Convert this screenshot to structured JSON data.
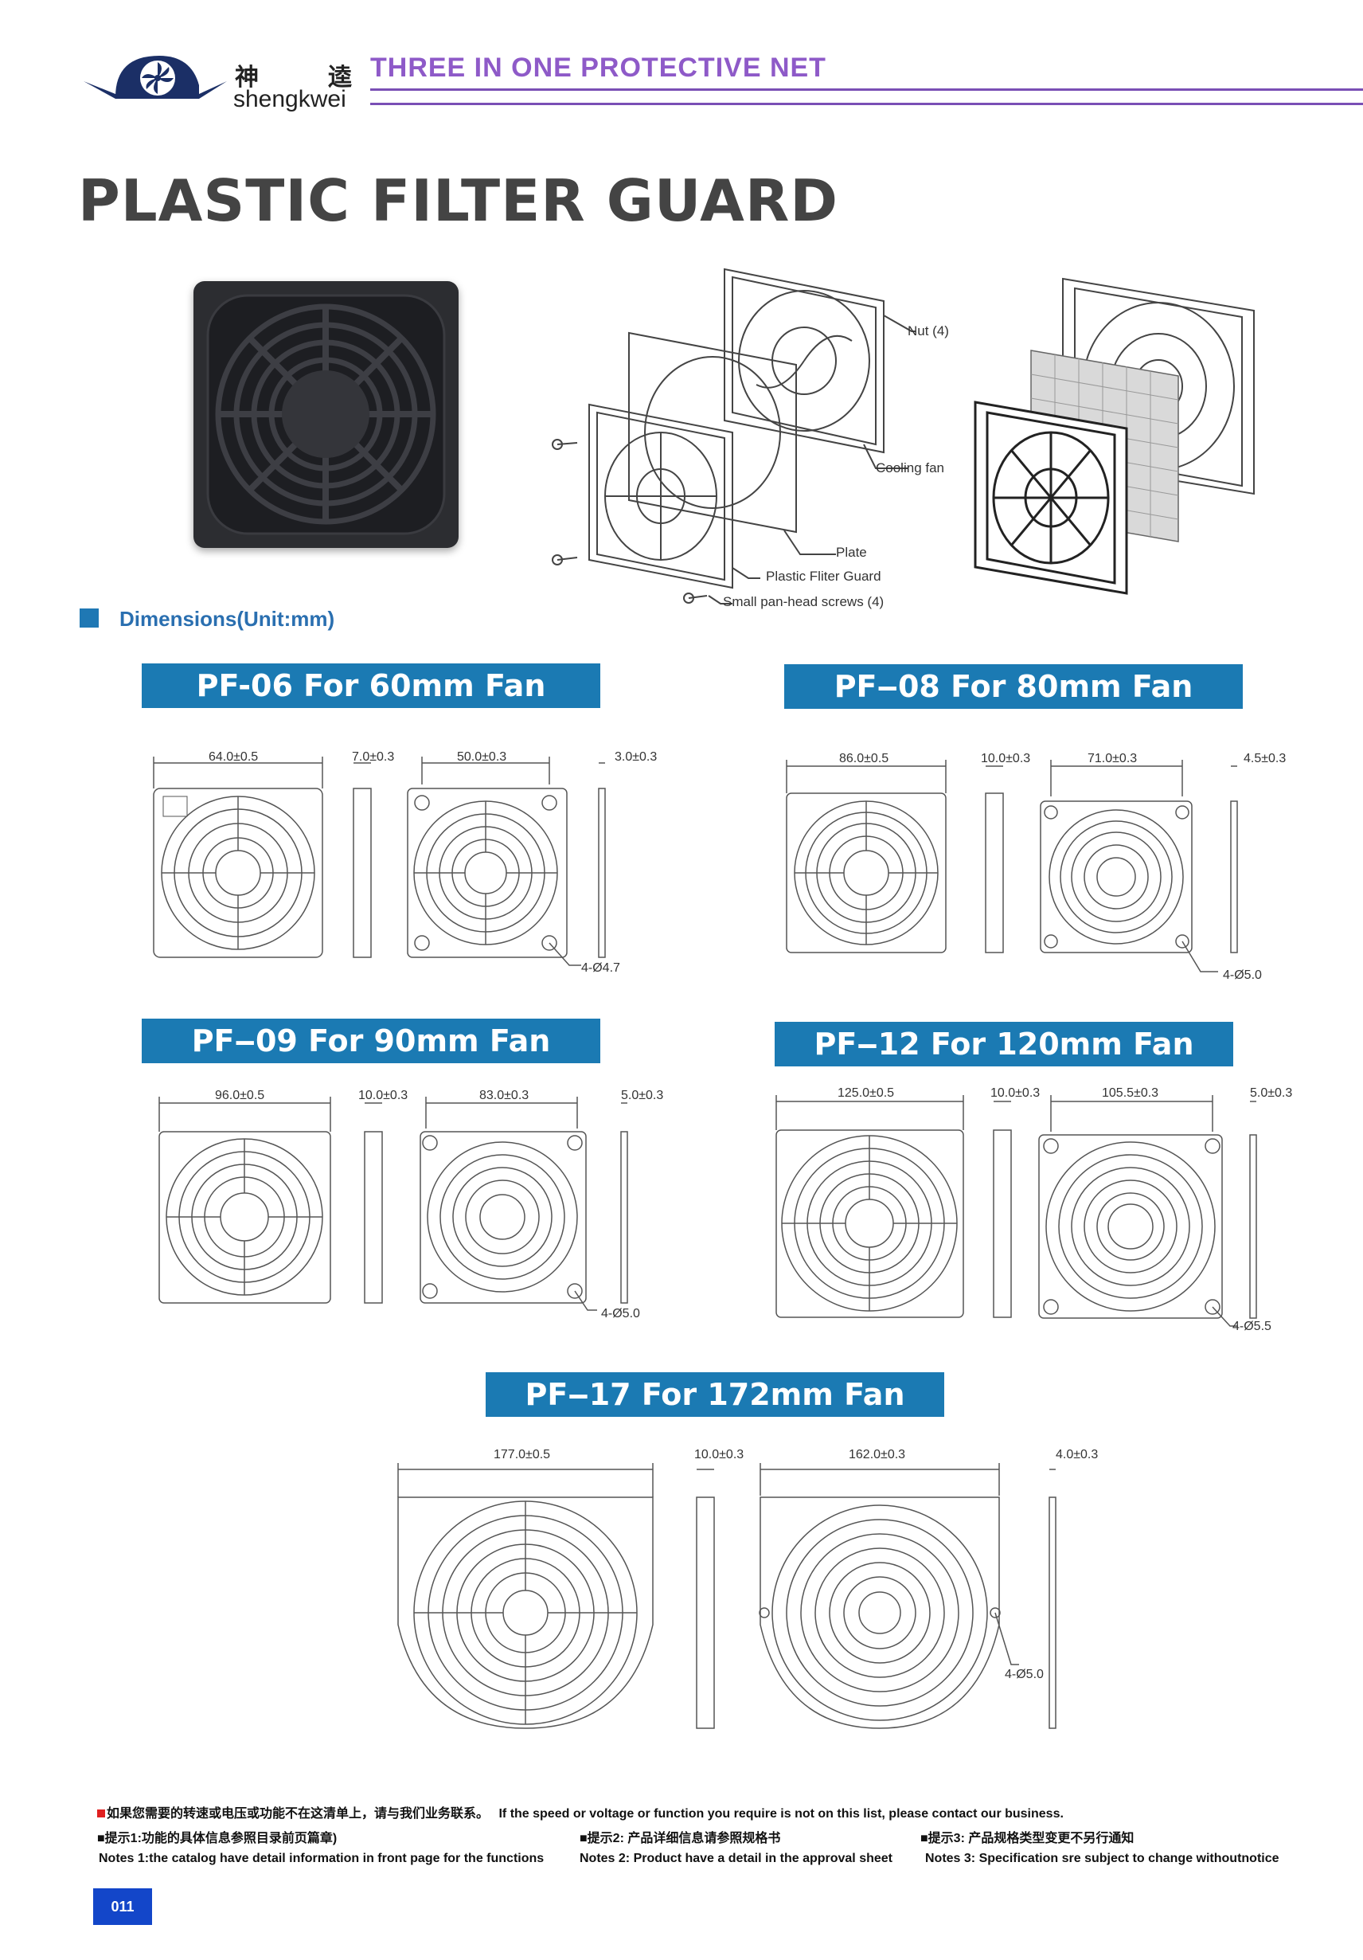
{
  "header": {
    "brand_cn_1": "神",
    "brand_cn_2": "逵",
    "brand_en": "shengkwei",
    "title": "THREE IN ONE PROTECTIVE NET",
    "accent_color": "#8e5ac8"
  },
  "page_title": "PLASTIC FILTER GUARD",
  "exploded_labels": {
    "nut": "Nut (4)",
    "cooling_fan": "Cooling fan",
    "plate": "Plate",
    "guard": "Plastic Fliter Guard",
    "screws": "Small pan-head screws (4)"
  },
  "section_title": "Dimensions(Unit:mm)",
  "models": [
    {
      "title": "PF-06 For 60mm Fan",
      "outer": "64.0±0.5",
      "thick": "7.0±0.3",
      "pitch": "50.0±0.3",
      "thin": "3.0±0.3",
      "hole": "4-Ø4.7"
    },
    {
      "title": "PF‒08 For 80mm Fan",
      "outer": "86.0±0.5",
      "thick": "10.0±0.3",
      "pitch": "71.0±0.3",
      "thin": "4.5±0.3",
      "hole": "4-Ø5.0"
    },
    {
      "title": "PF‒09 For 90mm Fan",
      "outer": "96.0±0.5",
      "thick": "10.0±0.3",
      "pitch": "83.0±0.3",
      "thin": "5.0±0.3",
      "hole": "4-Ø5.0"
    },
    {
      "title": "PF‒12 For 120mm Fan",
      "outer": "125.0±0.5",
      "thick": "10.0±0.3",
      "pitch": "105.5±0.3",
      "thin": "5.0±0.3",
      "hole": "4-Ø5.5"
    },
    {
      "title": "PF‒17 For 172mm Fan",
      "outer": "177.0±0.5",
      "thick": "10.0±0.3",
      "pitch": "162.0±0.3",
      "thin": "4.0±0.3",
      "hole": "4-Ø5.0"
    }
  ],
  "notes": {
    "line1_cn": "如果您需要的转速或电压或功能不在这清单上，请与我们业务联系。",
    "line1_en": "If the speed or voltage or function you require is not on this list, please contact our business.",
    "tip1_cn": "■提示1:功能的具体信息参照目录前页篇章)",
    "tip2_cn": "■提示2: 产品详细信息请参照规格书",
    "tip3_cn": "■提示3:  产品规格类型变更不另行通知",
    "tip1_en": "Notes 1:the catalog have detail information in front page for the functions",
    "tip2_en": "Notes 2: Product have a    detail in the approval sheet",
    "tip3_en": "Notes 3: Specification sre subject to change withoutnotice"
  },
  "page_number": "011"
}
